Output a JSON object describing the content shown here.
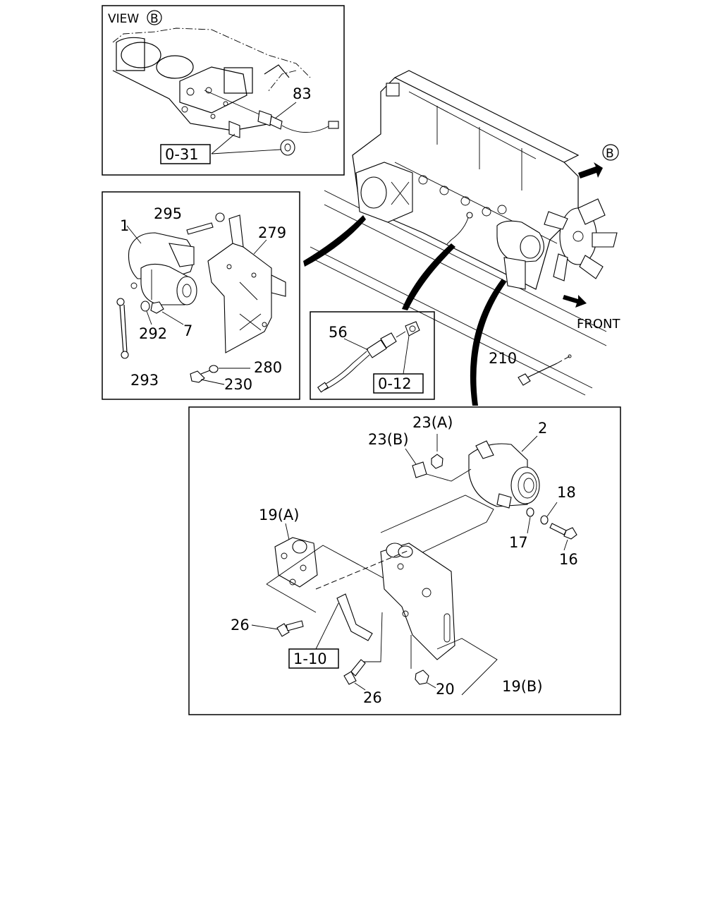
{
  "panels": {
    "view_b": {
      "title_prefix": "VIEW",
      "title_letter": "B",
      "labels": {
        "p83": "83"
      },
      "ref_box": "0-31"
    },
    "starter": {
      "labels": {
        "p295": "295",
        "p1": "1",
        "p279": "279",
        "p292": "292",
        "p7": "7",
        "p293": "293",
        "p280": "280",
        "p230": "230"
      }
    },
    "sensor": {
      "labels": {
        "p56": "56"
      },
      "ref_box": "0-12"
    },
    "engine": {
      "view_marker": "B",
      "front_label": "FRONT",
      "labels": {
        "p210": "210"
      }
    },
    "alternator": {
      "labels": {
        "p23a": "23(A)",
        "p2": "2",
        "p23b": "23(B)",
        "p18": "18",
        "p19a": "19(A)",
        "p17": "17",
        "p16": "16",
        "p26a": "26",
        "p26b": "26",
        "p20": "20",
        "p19b": "19(B)"
      },
      "ref_box": "1-10"
    }
  }
}
